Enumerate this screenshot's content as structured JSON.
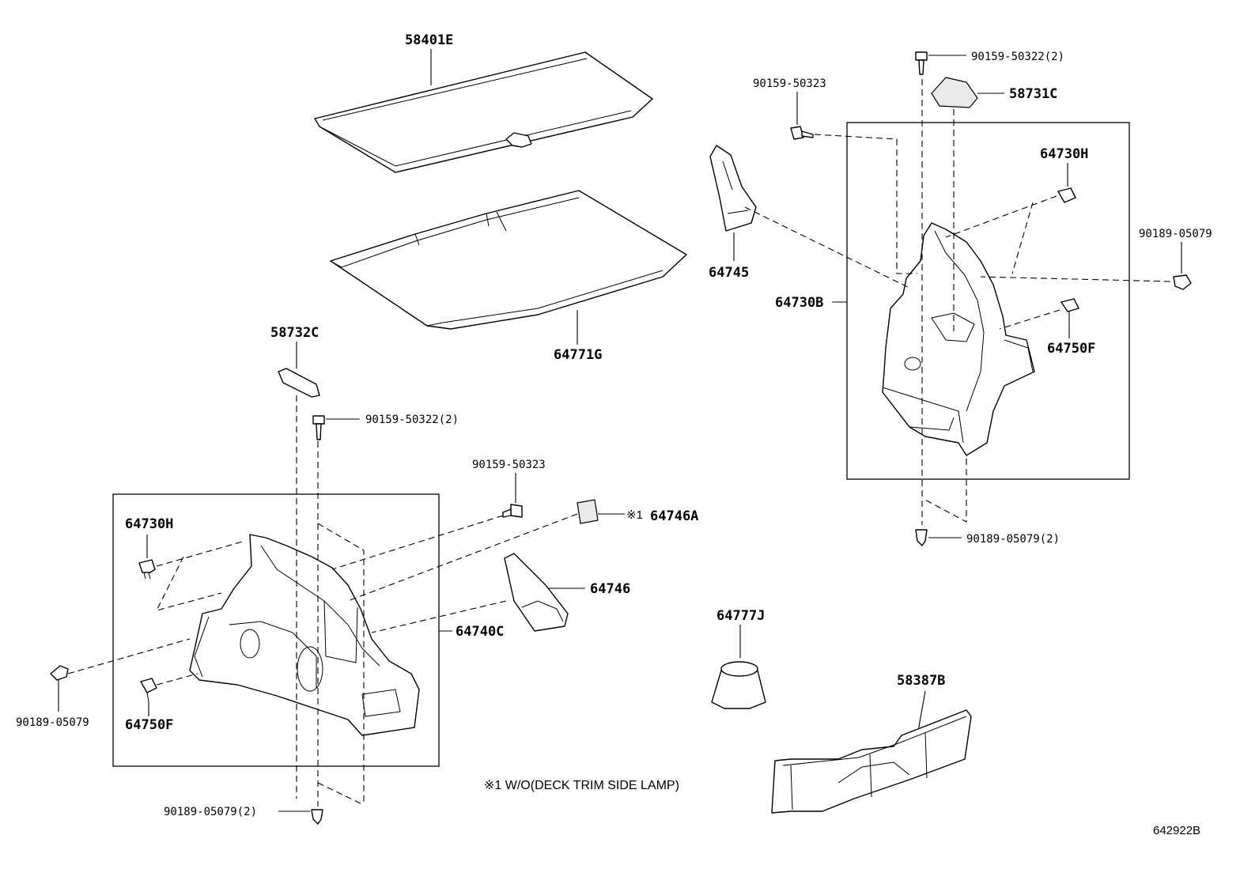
{
  "labels": {
    "p58401E": "58401E",
    "p64771G": "64771G",
    "p58732C": "58732C",
    "p90159_50322_2_left": "90159-50322(2)",
    "p90159_50323_mid": "90159-50323",
    "p64730H_left": "64730H",
    "p64746A": "64746A",
    "p64746A_mark": "※1",
    "p64746": "64746",
    "p64740C": "64740C",
    "p90189_05079_left": "90189-05079",
    "p64750F_left": "64750F",
    "p90189_05079_2_bottom": "90189-05079(2)",
    "p64745": "64745",
    "p90159_50323_right": "90159-50323",
    "p90159_50322_2_right": "90159-50322(2)",
    "p58731C": "58731C",
    "p64730H_right": "64730H",
    "p90189_05079_right": "90189-05079",
    "p64730B": "64730B",
    "p64750F_right": "64750F",
    "p90189_05079_2_right": "90189-05079(2)",
    "p64777J": "64777J",
    "p58387B": "58387B"
  },
  "footnote": "※1 W/O(DECK TRIM SIDE LAMP)",
  "diagram_ref": "642922B"
}
